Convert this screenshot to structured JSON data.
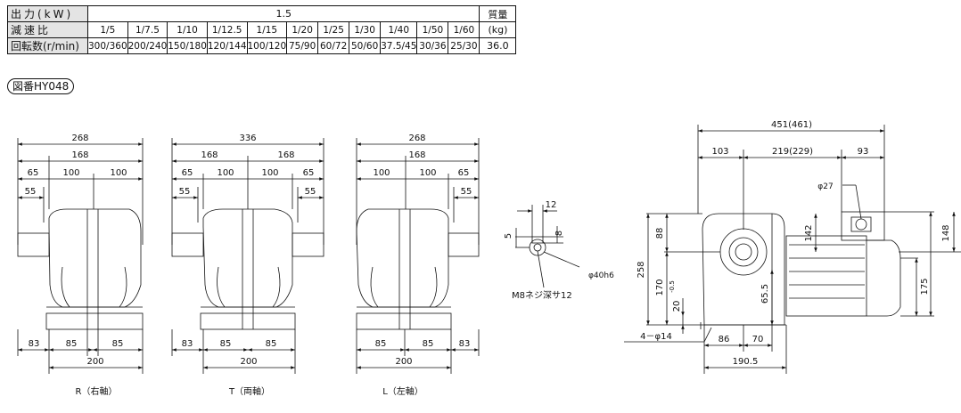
{
  "table": {
    "row_output_label": "出力(kW)",
    "power": "1.5",
    "mass_label": "質量",
    "row_ratio_label": "減速比",
    "ratios": [
      "1/5",
      "1/7.5",
      "1/10",
      "1/12.5",
      "1/15",
      "1/20",
      "1/25",
      "1/30",
      "1/40",
      "1/50",
      "1/60"
    ],
    "mass_unit": "(kg)",
    "row_speed_label": "回転数(r/min)",
    "speeds": [
      "300/360",
      "200/240",
      "150/180",
      "120/144",
      "100/120",
      "75/90",
      "60/72",
      "50/60",
      "37.5/45",
      "30/36",
      "25/30"
    ],
    "mass": "36.0"
  },
  "figure_label": "図番HY048",
  "views": {
    "r": {
      "caption": "R（右軸）",
      "overall": "268",
      "mid": "168",
      "a": "65",
      "b": "100",
      "c": "100",
      "shaft": "55",
      "base_l": "83",
      "base_m": "85",
      "base_r": "85",
      "base_total": "200"
    },
    "t": {
      "caption": "T（両軸）",
      "overall": "336",
      "mid_l": "168",
      "mid_r": "168",
      "a": "65",
      "b": "100",
      "c": "100",
      "d": "65",
      "shaft_l": "55",
      "shaft_r": "55",
      "base_l": "83",
      "base_m": "85",
      "base_r": "85",
      "base_total": "200"
    },
    "l": {
      "caption": "L（左軸）",
      "overall": "268",
      "mid": "168",
      "a": "100",
      "b": "100",
      "c": "65",
      "shaft": "55",
      "base_m": "85",
      "base_r": "85",
      "base_rr": "83",
      "base_total": "200"
    }
  },
  "shaft_detail": {
    "key_width": "12",
    "key_offset": "5",
    "key_depth": "8",
    "diameter": "φ40",
    "tolerance": "h6",
    "thread": "M8ネジ深サ12"
  },
  "side_view": {
    "overall": "451(461)",
    "d103": "103",
    "d219": "219(229)",
    "d93": "93",
    "phi27": "φ27",
    "d142": "142",
    "d148": "148",
    "d258": "258",
    "d88": "88",
    "d170": "170",
    "tol_170": "-0.5",
    "d20": "20",
    "d65": "65.5",
    "d175": "175",
    "holes": "4－φ14",
    "d86": "86",
    "d70": "70",
    "d190": "190.5"
  }
}
